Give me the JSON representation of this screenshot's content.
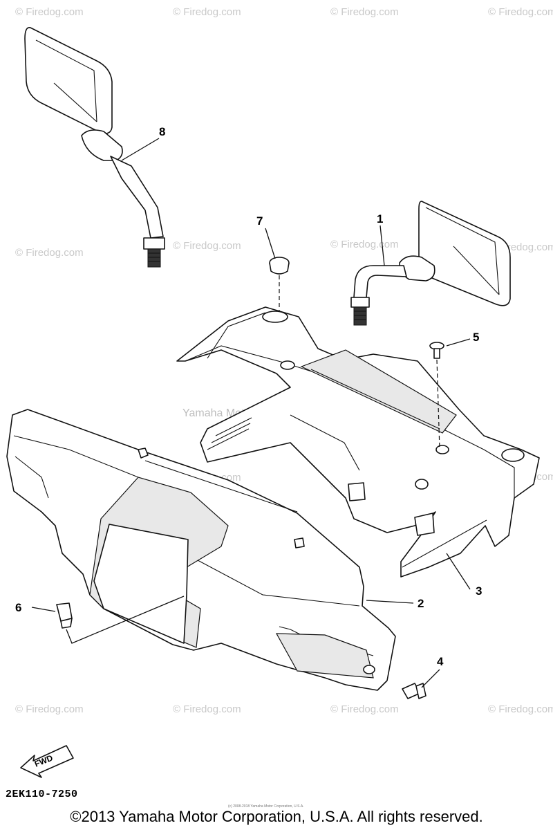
{
  "watermarks": {
    "text": "© Firedog.com",
    "center_text": "Yamaha Motor Corp., U.S.A."
  },
  "callouts": {
    "c1": "1",
    "c2": "2",
    "c3": "3",
    "c4": "4",
    "c5": "5",
    "c6": "6",
    "c7": "7",
    "c8": "8"
  },
  "fwd_label": "FWD",
  "drawing_code": "2EK110-7250",
  "fine_print": "(c) 2008-2018 Yamaha Motor Corporation, U.S.A.",
  "copyright": "©2013 Yamaha Motor Corporation, U.S.A. All rights reserved."
}
